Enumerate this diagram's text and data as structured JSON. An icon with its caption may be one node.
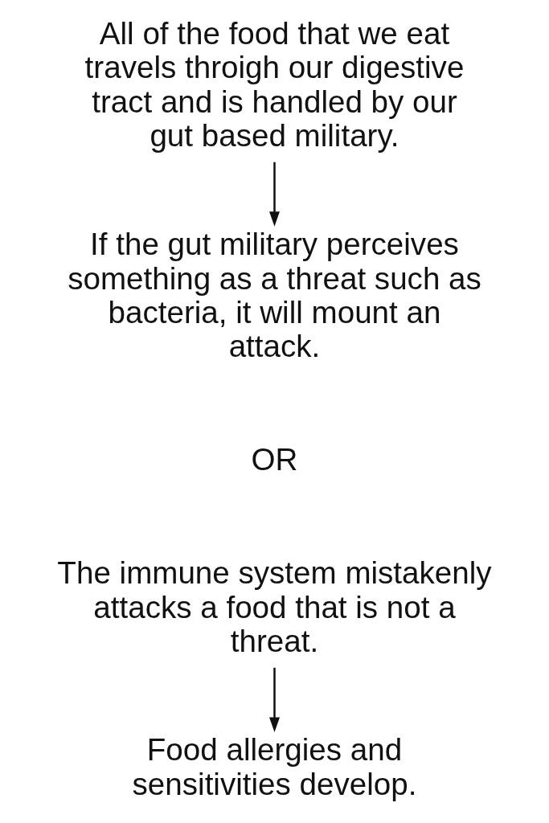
{
  "diagram": {
    "nodes": [
      {
        "text": [
          "All of the food that we eat travels throigh our digestive tract and is handled by our gut based military."
        ]
      },
      {
        "text": [
          "If the gut military perceives something as a threat such as bacteria, it will mount an attack."
        ]
      },
      {
        "text": [
          "The immune system mistakenly attacks a food that is not a threat."
        ]
      },
      {
        "text": [
          "Food allergies and sensitivities develop."
        ]
      }
    ],
    "edges": [
      {
        "from": 0,
        "to": 1,
        "arrow": "to"
      },
      {
        "from": 2,
        "to": 3,
        "arrow": "to"
      }
    ],
    "labels": [
      "OR"
    ]
  }
}
